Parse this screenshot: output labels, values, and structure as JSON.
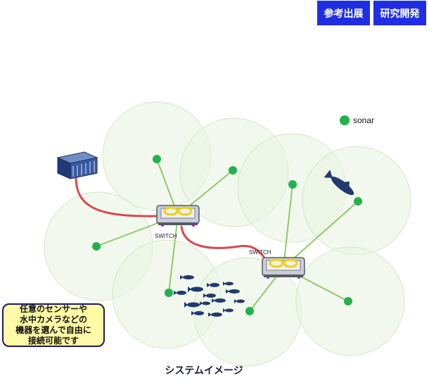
{
  "header": {
    "badge_1": "参考出展",
    "badge_2": "研究開発"
  },
  "legend": {
    "label": "sonar",
    "color": "#22b14c"
  },
  "diagram": {
    "switch_label_1": "SWITCH",
    "switch_label_2": "SWITCH",
    "icons": [
      "server-rack-icon",
      "switch-device-icon",
      "fish-icon",
      "fish-school-icon"
    ],
    "colors": {
      "coverage_fill": "#eaf3e3",
      "coverage_stroke": "#d2e6c6",
      "sonar": "#22b14c",
      "sonar_link": "#8fca6a",
      "cable": "#d94a4a",
      "fish": "#1f3a6e"
    }
  },
  "note": {
    "text": "任意のセンサーや\n水中カメラなどの\n機器を選んで自由に\n接続可能です"
  },
  "caption": "システムイメージ"
}
